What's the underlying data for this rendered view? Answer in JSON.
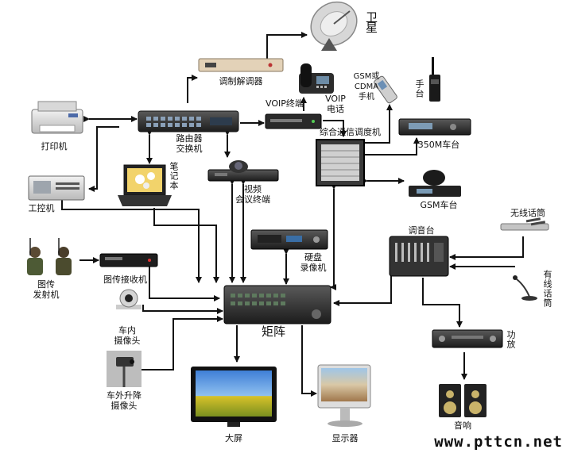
{
  "labels": {
    "satellite": "卫星",
    "modem": "调制解调器",
    "voip_terminal": "VOIP终端",
    "voip_phone": "VOIP\n电话",
    "gsm_cdma_phone": "GSM或\nCDMA\n手机",
    "handheld": "手台",
    "printer": "打印机",
    "router": "路由器\n交换机",
    "dispatcher": "综合通信调度机",
    "radio_350m": "350M车台",
    "laptop": "笔记本",
    "video_conf": "视频\n会议终端",
    "industrial_pc": "工控机",
    "gsm_car": "GSM车台",
    "wireless_mic": "无线话筒",
    "dvr": "硬盘\n录像机",
    "mixer": "调音台",
    "image_tx": "图传\n发射机",
    "image_rx": "图传接收机",
    "wired_mic": "有线话筒",
    "matrix": "矩阵",
    "in_car_cam": "车内\n摄像头",
    "amplifier": "功放",
    "lift_cam": "车外升降\n摄像头",
    "big_screen": "大屏",
    "monitor": "显示器",
    "speaker": "音响"
  },
  "watermark": "www.pttcn.net"
}
